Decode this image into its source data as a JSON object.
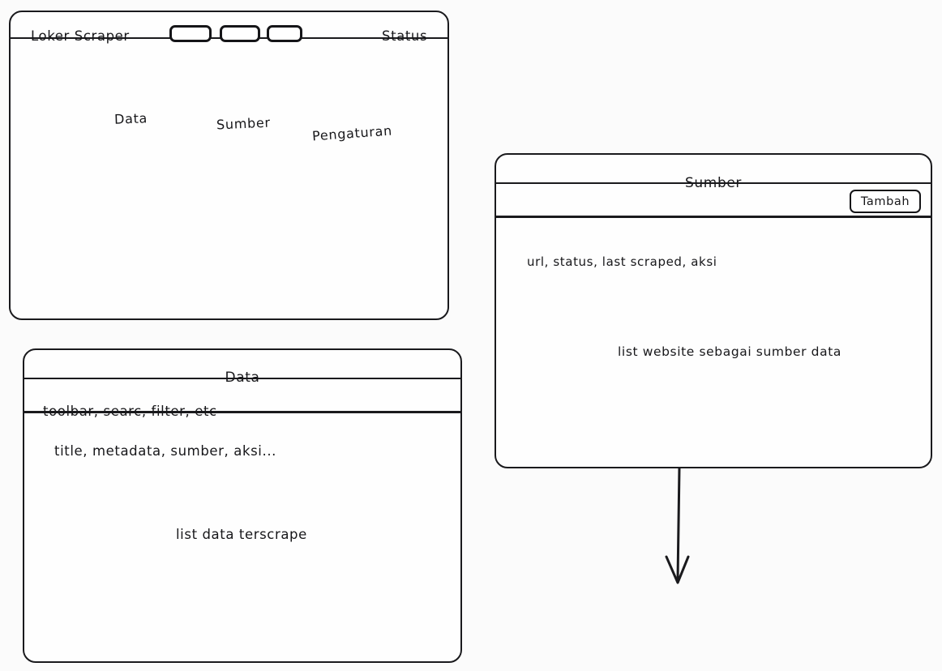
{
  "app_window": {
    "title": "Loker Scraper",
    "status_label": "Status",
    "nav_buttons": [
      {
        "name": "data",
        "label": ""
      },
      {
        "name": "sumber",
        "label": ""
      },
      {
        "name": "pengaturan",
        "label": ""
      }
    ],
    "annotations": [
      {
        "name": "data",
        "label": "Data"
      },
      {
        "name": "sumber",
        "label": "Sumber"
      },
      {
        "name": "pengaturan",
        "label": "Pengaturan"
      }
    ]
  },
  "data_panel": {
    "title": "Data",
    "toolbar_text": "toolbar, searc, filter, etc",
    "columns_text": "title, metadata, sumber, aksi...",
    "body_text": "list data terscrape"
  },
  "sumber_panel": {
    "title": "Sumber",
    "add_button_label": "Tambah",
    "columns_text": "url, status, last scraped, aksi",
    "body_text": "list website sebagai sumber data"
  },
  "colors": {
    "ink": "#1a1a1d",
    "background": "#fbfbfb",
    "panel": "#fefefe"
  }
}
